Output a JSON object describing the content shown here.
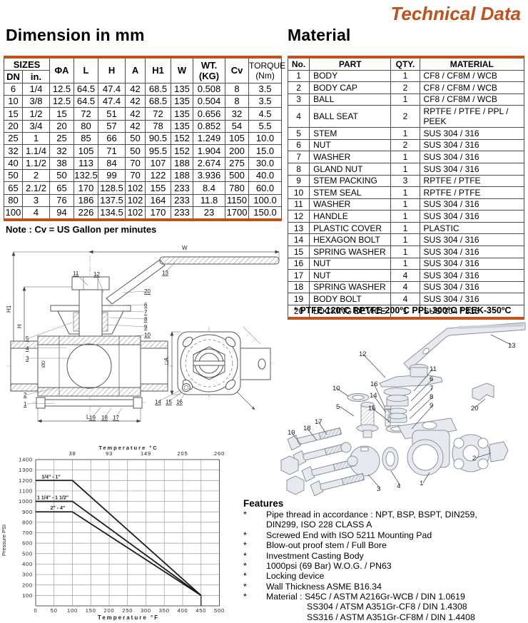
{
  "title": "Technical Data",
  "accent_color": "#C0511D",
  "dimension": {
    "heading": "Dimension in mm",
    "note": "Note : Cv = US Gallon per minutes",
    "header": {
      "sizes": "SIZES",
      "dn": "DN",
      "in": "in.",
      "phi_a": "ΦA",
      "l": "L",
      "h": "H",
      "a": "A",
      "h1": "H1",
      "w": "W",
      "wt1": "WT.",
      "wt2": "(KG)",
      "cv": "Cv",
      "torque1": "TORQUE",
      "torque2": "(Nm)"
    },
    "rows": [
      [
        "6",
        "1/4",
        "12.5",
        "64.5",
        "47.4",
        "42",
        "68.5",
        "135",
        "0.508",
        "8",
        "3.5"
      ],
      [
        "10",
        "3/8",
        "12.5",
        "64.5",
        "47.4",
        "42",
        "68.5",
        "135",
        "0.504",
        "8",
        "3.5"
      ],
      [
        "15",
        "1/2",
        "15",
        "72",
        "51",
        "42",
        "72",
        "135",
        "0.656",
        "32",
        "4.5"
      ],
      [
        "20",
        "3/4",
        "20",
        "80",
        "57",
        "42",
        "78",
        "135",
        "0.852",
        "54",
        "5.5"
      ],
      [
        "25",
        "1",
        "25",
        "85",
        "66",
        "50",
        "90.5",
        "152",
        "1.249",
        "105",
        "10.0"
      ],
      [
        "32",
        "1.1/4",
        "32",
        "105",
        "71",
        "50",
        "95.5",
        "152",
        "1.904",
        "200",
        "15.0"
      ],
      [
        "40",
        "1.1/2",
        "38",
        "113",
        "84",
        "70",
        "107",
        "188",
        "2.674",
        "275",
        "30.0"
      ],
      [
        "50",
        "2",
        "50",
        "132.5",
        "99",
        "70",
        "122",
        "188",
        "3.936",
        "500",
        "40.0"
      ],
      [
        "65",
        "2.1/2",
        "65",
        "170",
        "128.5",
        "102",
        "155",
        "233",
        "8.4",
        "780",
        "60.0"
      ],
      [
        "80",
        "3",
        "76",
        "186",
        "137.5",
        "102",
        "164",
        "233",
        "11.8",
        "1150",
        "100.0"
      ],
      [
        "100",
        "4",
        "94",
        "226",
        "134.5",
        "102",
        "170",
        "233",
        "23",
        "1700",
        "150.0"
      ]
    ]
  },
  "material": {
    "heading": "Material",
    "note": "* PTFE-120ºC  RPTFE-200ºC  PPL-300ºC  PEEK-350ºC",
    "header": [
      "No.",
      "PART",
      "QTY.",
      "MATERIAL"
    ],
    "rows": [
      [
        "1",
        "BODY",
        "1",
        "CF8 / CF8M / WCB"
      ],
      [
        "2",
        "BODY CAP",
        "2",
        "CF8 / CF8M / WCB"
      ],
      [
        "3",
        "BALL",
        "1",
        "CF8 / CF8M / WCB"
      ],
      [
        "4",
        "BALL SEAT",
        "2",
        "RPTFE / PTFE / PPL / PEEK"
      ],
      [
        "5",
        "STEM",
        "1",
        "SUS 304 / 316"
      ],
      [
        "6",
        "NUT",
        "2",
        "SUS 304 / 316"
      ],
      [
        "7",
        "WASHER",
        "1",
        "SUS 304 / 316"
      ],
      [
        "8",
        "GLAND NUT",
        "1",
        "SUS 304 / 316"
      ],
      [
        "9",
        "STEM PACKING",
        "3",
        "RPTFE / PTFE"
      ],
      [
        "10",
        "STEM SEAL",
        "1",
        "RPTFE / PTFE"
      ],
      [
        "11",
        "WASHER",
        "1",
        "SUS 304 / 316"
      ],
      [
        "12",
        "HANDLE",
        "1",
        "SUS 304 / 316"
      ],
      [
        "13",
        "PLASTIC COVER",
        "1",
        "PLASTIC"
      ],
      [
        "14",
        "HEXAGON BOLT",
        "1",
        "SUS 304 / 316"
      ],
      [
        "15",
        "SPRING WASHER",
        "1",
        "SUS 304 / 316"
      ],
      [
        "16",
        "NUT",
        "1",
        "SUS 304 / 316"
      ],
      [
        "17",
        "NUT",
        "4",
        "SUS 304 / 316"
      ],
      [
        "18",
        "SPRING WASHER",
        "4",
        "SUS 304 / 316"
      ],
      [
        "19",
        "BODY BOLT",
        "4",
        "SUS 304 / 316"
      ],
      [
        "20",
        "LOCKING DEVICE",
        "1",
        "SUS 304 / 316"
      ]
    ]
  },
  "cross_section": {
    "dim_labels": [
      "W",
      "H1",
      "H",
      "L",
      "ØD",
      "□A"
    ],
    "callouts": [
      "11",
      "12",
      "13",
      "20",
      "6",
      "7",
      "8",
      "9",
      "10",
      "5",
      "4",
      "3",
      "2",
      "1",
      "19",
      "18",
      "17",
      "14",
      "15",
      "16"
    ]
  },
  "exploded": {
    "callouts": [
      "13",
      "12",
      "11",
      "6",
      "7",
      "8",
      "9",
      "20",
      "10",
      "16",
      "14",
      "15",
      "5",
      "19",
      "18",
      "17",
      "2",
      "1",
      "4",
      "3"
    ]
  },
  "features": {
    "heading": "Features",
    "bullet": "*",
    "items": [
      {
        "lines": [
          "Pipe thread in accordance : NPT, BSP, BSPT, DIN259,",
          "DIN299, ISO 228 CLASS A"
        ]
      },
      {
        "lines": [
          "Screwed End with ISO 5211 Mounting Pad"
        ]
      },
      {
        "lines": [
          "Blow-out proof stem / Full Bore"
        ]
      },
      {
        "lines": [
          "Investment Casting Body"
        ]
      },
      {
        "lines": [
          "1000psi (69 Bar) W.O.G. / PN63"
        ]
      },
      {
        "lines": [
          "Locking device"
        ]
      },
      {
        "lines": [
          "Wall Thickness ASME B16.34"
        ]
      },
      {
        "lines": [
          "Material : S45C   / ASTM A216Gr-WCB  / DIN 1.0619",
          "SS304 / ATSM A351Gr-CF8    / DIN 1.4308",
          "SS316 / ASTM A351Gr-CF8M / DIN 1.4408"
        ]
      }
    ]
  },
  "chart_data": {
    "type": "line",
    "top_axis_title": "Temperature °C",
    "xlabel": "Temperature °F",
    "ylabel": "Pressure PSI",
    "xlim": [
      0,
      500
    ],
    "ylim": [
      0,
      1400
    ],
    "x_tick_step": 50,
    "y_tick_step": 100,
    "grid": true,
    "top_ticks": [
      {
        "f": 100,
        "label": "38"
      },
      {
        "f": 200,
        "label": "93"
      },
      {
        "f": 300,
        "label": "149"
      },
      {
        "f": 400,
        "label": "205"
      },
      {
        "f": 500,
        "label": "260"
      }
    ],
    "series": [
      {
        "name": "1/4\" - 1\"",
        "points": [
          [
            0,
            1200
          ],
          [
            100,
            1200
          ],
          [
            450,
            100
          ]
        ]
      },
      {
        "name": "1 1/4\" - 1 1/2\"",
        "points": [
          [
            0,
            1000
          ],
          [
            100,
            1000
          ],
          [
            450,
            100
          ]
        ]
      },
      {
        "name": "2\" - 4\"",
        "points": [
          [
            0,
            900
          ],
          [
            100,
            900
          ],
          [
            450,
            100
          ]
        ]
      }
    ],
    "convergence_point": [
      450,
      100
    ],
    "drop_line_x": 450
  }
}
